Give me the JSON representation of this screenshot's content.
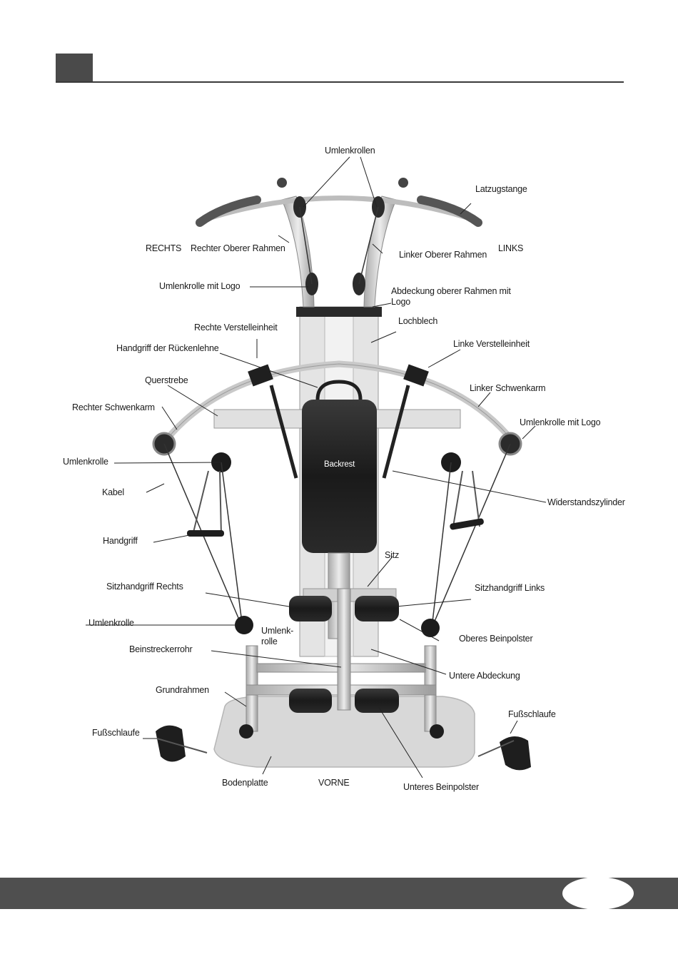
{
  "header": {
    "section_number": ""
  },
  "diagram": {
    "labels": {
      "umlenkrollen": "Umlenkrollen",
      "latzugstange": "Latzugstange",
      "rechts": "RECHTS",
      "rechter_oberer_rahmen": "Rechter Oberer Rahmen",
      "linker_oberer_rahmen": "Linker Oberer Rahmen",
      "links": "LINKS",
      "umlenkrolle_mit_logo_top": "Umlenkrolle mit Logo",
      "abdeckung": "Abdeckung oberer Rahmen mit Logo",
      "lochblech": "Lochblech",
      "rechte_verstelleinheit": "Rechte Verstelleinheit",
      "handgriff_rueckenlehne": "Handgriff der Rückenlehne",
      "linke_verstelleinheit": "Linke Verstelleinheit",
      "querstrebe": "Querstrebe",
      "linker_schwenkarm": "Linker Schwenkarm",
      "rechter_schwenkarm": "Rechter Schwenkarm",
      "umlenkrolle_mit_logo_right": "Umlenkrolle mit Logo",
      "umlenkrolle_left_upper": "Umlenkrolle",
      "backrest": "Backrest",
      "kabel": "Kabel",
      "widerstandszylinder": "Widerstandszylinder",
      "handgriff": "Handgriff",
      "sitz": "Sitz",
      "sitzhandgriff_rechts": "Sitzhandgriff Rechts",
      "sitzhandgriff_links": "Sitzhandgriff Links",
      "umlenkrolle_left_lower": "Umlenkrolle",
      "umlenkrolle_center": "Umlenk-rolle",
      "oberes_beinpolster": "Oberes Beinpolster",
      "beinstreckerrohr": "Beinstreckerrohr",
      "untere_abdeckung": "Untere Abdeckung",
      "grundrahmen": "Grundrahmen",
      "fussschlaufe_right": "Fußschlaufe",
      "fussschlaufe_left": "Fußschlaufe",
      "bodenplatte": "Bodenplatte",
      "vorne": "VORNE",
      "unteres_beinpolster": "Unteres Beinpolster"
    }
  },
  "footer": {
    "page_number": ""
  },
  "colors": {
    "header_block": "#4a4a4a",
    "footer_bar": "#4f4f4f",
    "frame": "#c8c8c8",
    "pad": "#1c1c1c"
  }
}
